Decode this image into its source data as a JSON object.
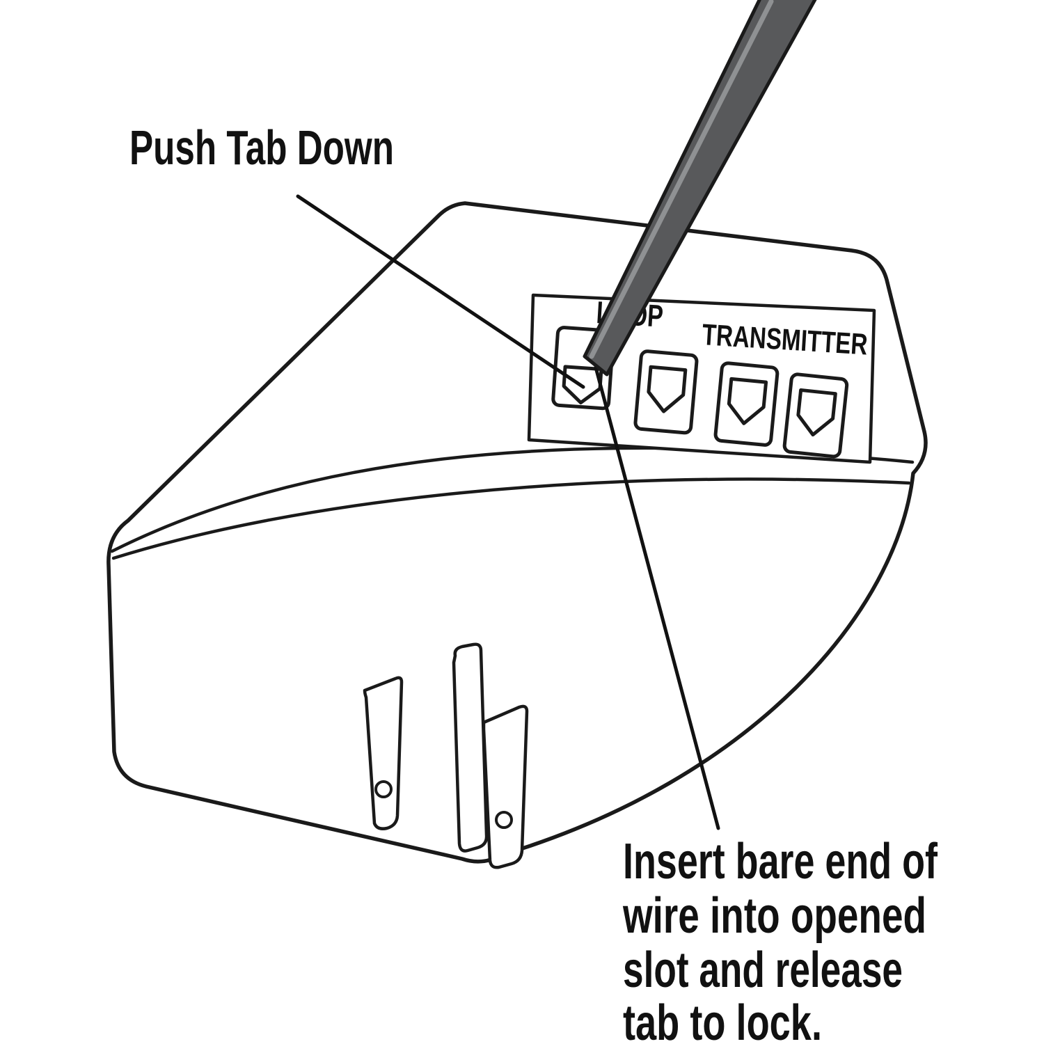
{
  "labels": {
    "push_tab_down": "Push Tab Down",
    "loop": "LOOP",
    "transmitter": "TRANSMITTER"
  },
  "instruction": {
    "lines": [
      "Insert bare end of",
      "wire into opened",
      "slot and release",
      "tab to lock."
    ]
  },
  "colors": {
    "ink": "#1a1a1a",
    "screwdriver": "#58595b",
    "screwdriver_highlight": "#8f9193",
    "background": "#ffffff"
  }
}
